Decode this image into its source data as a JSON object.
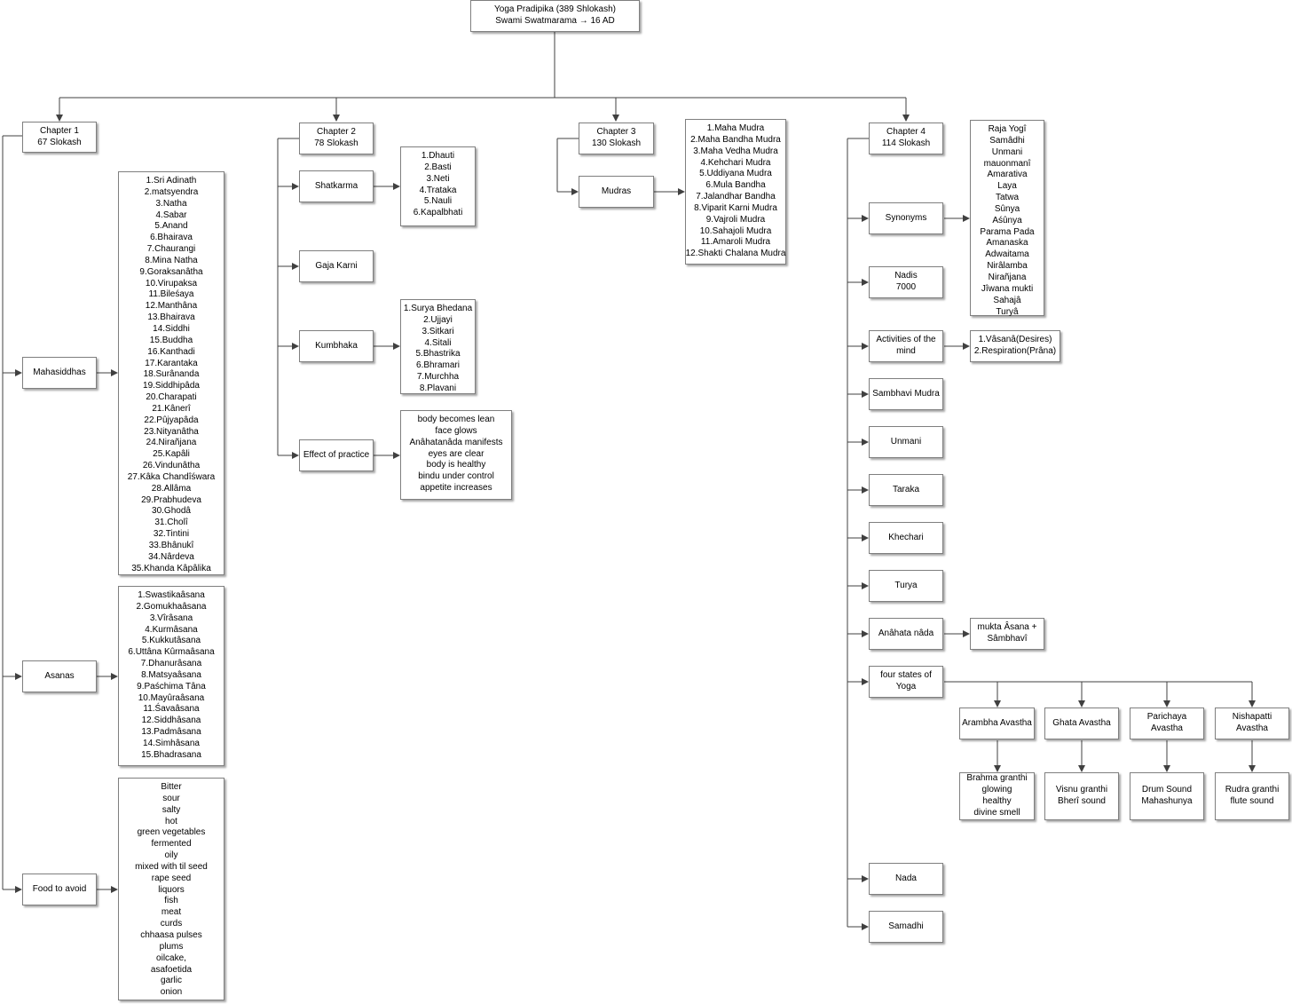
{
  "root": {
    "line1": "Yoga Pradipika (389 Shlokash)",
    "line2": "Swami Swatmarama → 16 AD"
  },
  "chapter1": {
    "title": {
      "line1": "Chapter 1",
      "line2": "67 Slokash"
    },
    "topics": {
      "mahasiddhas": "Mahasiddhas",
      "asanas": "Asanas",
      "food": "Food to avoid"
    },
    "mahasiddhas": [
      "1.Sri Adinath",
      "2.matsyendra",
      "3.Natha",
      "4.Sabar",
      "5.Anand",
      "6.Bhairava",
      "7.Chaurangi",
      "8.Mina Natha",
      "9.Goraksanâtha",
      "10.Virupaksa",
      "11.Bileśaya",
      "12.Manthâna",
      "13.Bhairava",
      "14.Siddhi",
      "15.Buddha",
      "16.Kanthadi",
      "17.Karantaka",
      "18.Surânanda",
      "19.Siddhipâda",
      "20.Charapati",
      "21.Kânerî",
      "22.Pûjyapâda",
      "23.Nityanâtha",
      "24.Nirañjana",
      "25.Kapâli",
      "26.Vindunâtha",
      "27.Kâka Chandîśwara",
      "28.Allâma",
      "29.Prabhudeva",
      "30.Ghodâ",
      "31.Cholî",
      "32.Tintini",
      "33.Bhânukî",
      "34.Nârdeva",
      "35.Khanda Kâpâlika"
    ],
    "asanas": [
      "1.Swastikaâsana",
      "2.Gomukhaâsana",
      "3.Vîrâsana",
      "4.Kurmâsana",
      "5.Kukkutâsana",
      "6.Uttâna Kûrmaâsana",
      "7.Dhanurâsana",
      "8.Matsyaâsana",
      "9.Paśchima Tâna",
      "10.Mayûraâsana",
      "11.Śavaâsana",
      "12.Siddhâsana",
      "13.Padmâsana",
      "14.Simhâsana",
      "15.Bhadrasana"
    ],
    "food": [
      "Bitter",
      "sour",
      "salty",
      "hot",
      "green vegetables",
      "fermented",
      "oily",
      "mixed with til seed",
      "rape seed",
      "liquors",
      "fish",
      "meat",
      "curds",
      "chhaasa pulses",
      "plums",
      "oilcake,",
      "asafoetida",
      "garlic",
      "onion"
    ]
  },
  "chapter2": {
    "title": {
      "line1": "Chapter 2",
      "line2": "78 Slokash"
    },
    "topics": {
      "shatkarma": "Shatkarma",
      "gaja": "Gaja Karni",
      "kumbhaka": "Kumbhaka",
      "effect": "Effect of practice"
    },
    "shatkarma": [
      "1.Dhauti",
      "2.Basti",
      "3.Neti",
      "4.Trataka",
      "5.Nauli",
      "6.Kapalbhati"
    ],
    "kumbhaka": [
      "1.Surya Bhedana",
      "2.Ujjayi",
      "3.Sitkari",
      "4.Sitali",
      "5.Bhastrika",
      "6.Bhramari",
      "7.Murchha",
      "8.Plavani"
    ],
    "effect": [
      "body becomes lean",
      "face glows",
      "Anâhatanâda manifests",
      "eyes are clear",
      "body is healthy",
      "bindu under control",
      "appetite increases"
    ]
  },
  "chapter3": {
    "title": {
      "line1": "Chapter 3",
      "line2": "130 Slokash"
    },
    "topics": {
      "mudras": "Mudras"
    },
    "mudras": [
      "1.Maha Mudra",
      "2.Maha Bandha Mudra",
      "3.Maha Vedha Mudra",
      "4.Kehchari Mudra",
      "5.Uddiyana Mudra",
      "6.Mula Bandha",
      "7.Jalandhar Bandha",
      "8.Viparit Karni Mudra",
      "9.Vajroli Mudra",
      "10.Sahajoli Mudra",
      "11.Amaroli Mudra",
      "12.Shakti Chalana Mudra"
    ]
  },
  "chapter4": {
    "title": {
      "line1": "Chapter 4",
      "line2": "114 Slokash"
    },
    "topics": {
      "synonyms": "Synonyms",
      "nadis1": "Nadis",
      "nadis2": "7000",
      "activities1": "Activities of the",
      "activities2": "mind",
      "sambhavi": "Sambhavi Mudra",
      "unmani": "Unmani",
      "taraka": "Taraka",
      "khechari": "Khechari",
      "turya": "Turya",
      "anahata": "Anâhata nâda",
      "states1": "four states of",
      "states2": "Yoga",
      "nada": "Nada",
      "samadhi": "Samadhi"
    },
    "synonyms": [
      "Raja Yogî",
      "Samâdhi",
      "Unmani",
      "mauonmanî",
      "Amarativa",
      "Laya",
      "Tatwa",
      "Sûnya",
      "Aśûnya",
      "Parama Pada",
      "Amanaska",
      "Adwaitama",
      "Nirâlamba",
      "Nirañjana",
      "Jîwana mukti",
      "Sahajâ",
      "Turyâ"
    ],
    "activities": [
      "1.Vâsanâ(Desires)",
      "2.Respiration(Prâna)"
    ],
    "anahata": [
      "mukta Âsana +",
      "Sâmbhavî"
    ],
    "states": [
      {
        "name": [
          "Arambha Avastha"
        ],
        "detail": [
          "Brahma granthi",
          "glowing",
          "healthy",
          "divine smell"
        ]
      },
      {
        "name": [
          "Ghata Avastha"
        ],
        "detail": [
          "Visnu granthi",
          "Bherî sound"
        ]
      },
      {
        "name": [
          "Parichaya",
          "Avastha"
        ],
        "detail": [
          "Drum Sound",
          "Mahashunya"
        ]
      },
      {
        "name": [
          "Nishapatti",
          "Avastha"
        ],
        "detail": [
          "Rudra granthi",
          "flute sound"
        ]
      }
    ]
  },
  "colors": {
    "line": "#404040",
    "box_border": "#7f7f7f",
    "box_fill": "#ffffff"
  }
}
